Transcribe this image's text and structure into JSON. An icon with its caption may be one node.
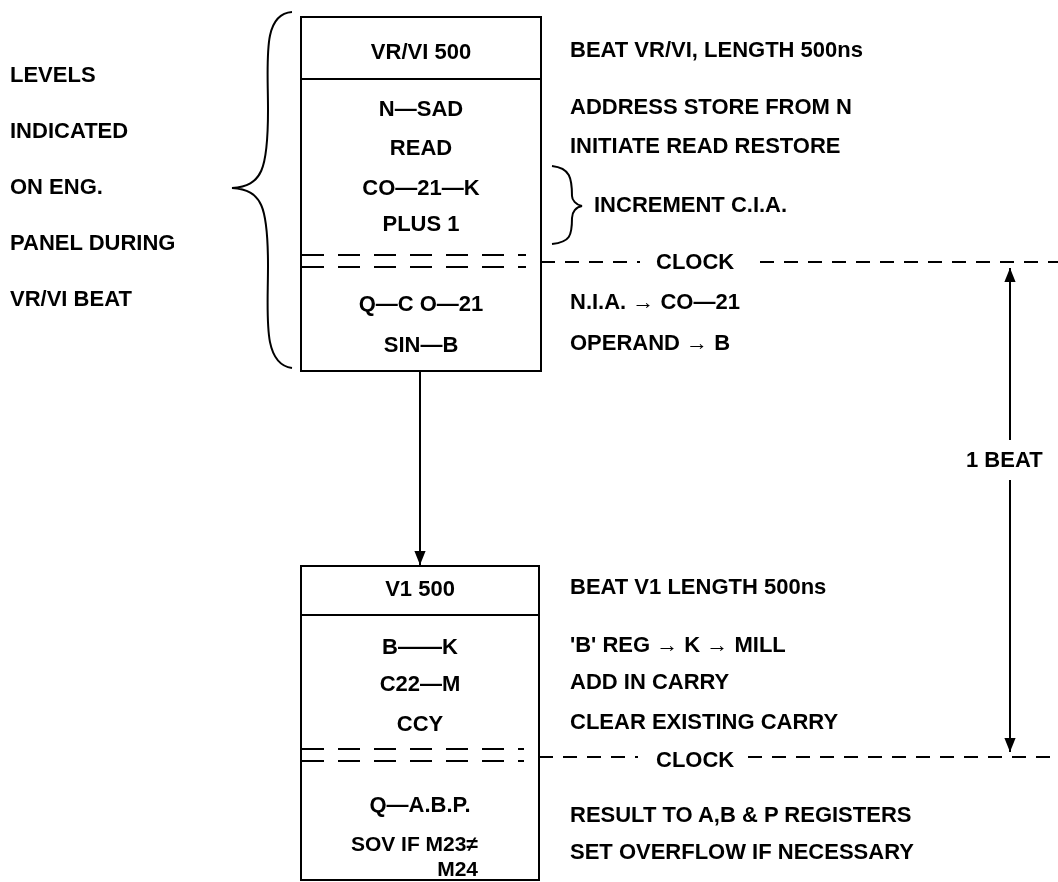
{
  "diagram": {
    "nodes": [
      {
        "text": [
          "VR/VI 500",
          "N—SAD",
          "READ",
          "CO—21—K",
          "PLUS 1",
          "Q—C O—21",
          "SIN—B"
        ]
      },
      {
        "text": [
          "V1 500",
          "B——K",
          "C22—M",
          "CCY",
          "Q—A.B.P.",
          "SOV IF M23≠ M24"
        ]
      }
    ],
    "edges": [
      {
        "from": 0,
        "to": 1,
        "arrow": "to"
      }
    ],
    "labels": [
      "LEVELS",
      "INDICATED",
      "ON ENG.",
      "PANEL DURING",
      "VR/VI BEAT",
      "BEAT VR/VI, LENGTH 500ns",
      "ADDRESS STORE FROM N",
      "INITIATE READ RESTORE",
      "INCREMENT C.I.A.",
      "CLOCK",
      "N.I.A. → CO—21",
      "OPERAND → B",
      "1 BEAT",
      "BEAT V1 LENGTH 500ns",
      "'B' REG → K → MILL",
      "ADD IN CARRY",
      "CLEAR EXISTING CARRY",
      "CLOCK",
      "RESULT TO A,B & P REGISTERS",
      "SET OVERFLOW IF NECESSARY"
    ]
  }
}
